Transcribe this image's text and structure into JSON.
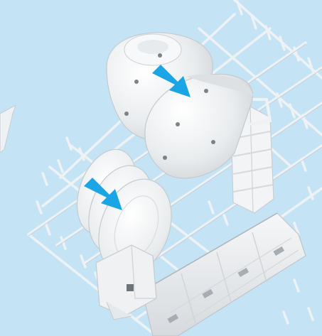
{
  "illustration": {
    "subject": "dishwasher-rack-loading",
    "background_color": "#c4e4f6",
    "rack_color": "#eef2f4",
    "dish_color": "#f1f3f4",
    "arrow_color": "#1aa6e4",
    "arrows": [
      {
        "icon": "arrow-down-right",
        "points_to": "bowl"
      },
      {
        "icon": "arrow-down-right",
        "points_to": "plates"
      }
    ]
  }
}
